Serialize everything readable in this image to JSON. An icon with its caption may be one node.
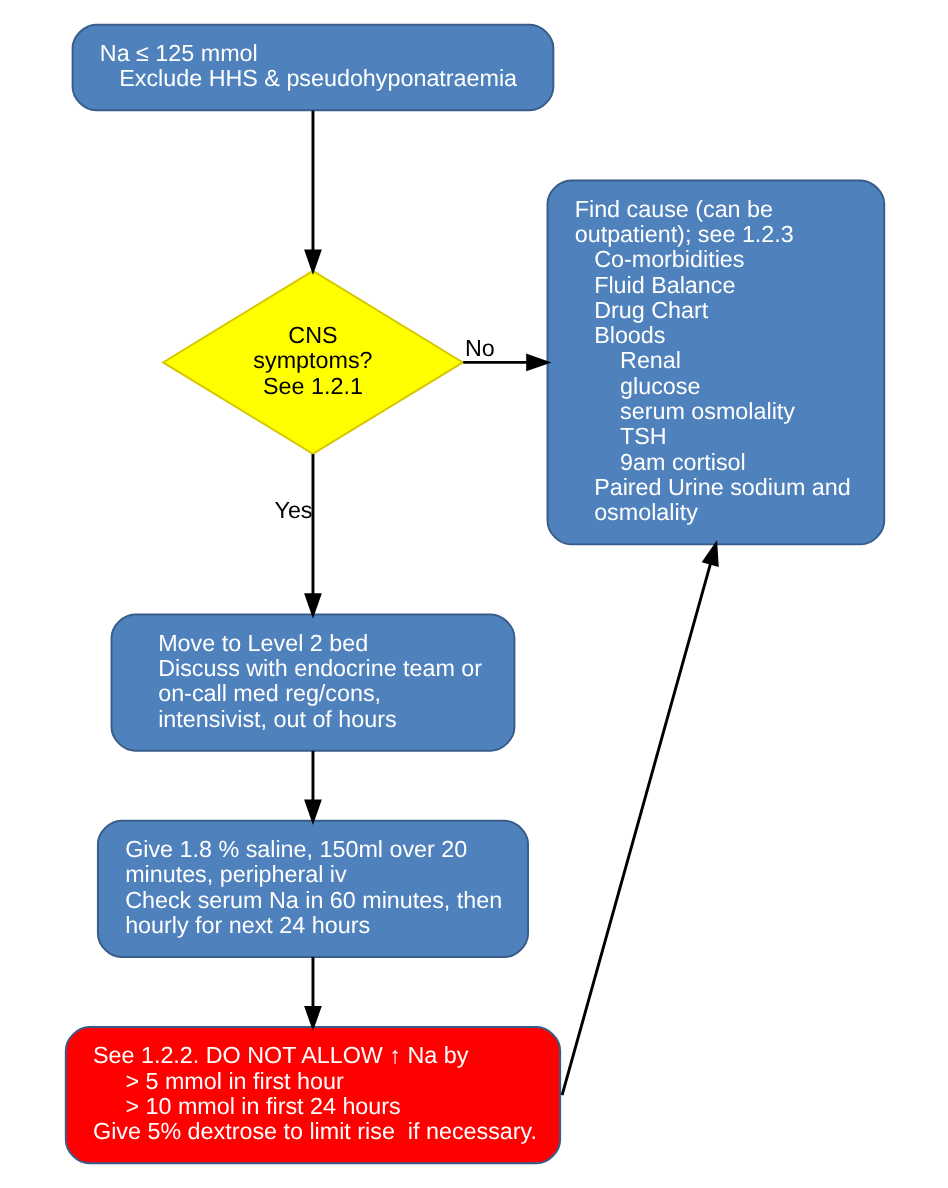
{
  "diagram": {
    "nodes": [
      {
        "text": [
          "Na ≤ 125 mmol",
          "Exclude HHS & pseudohyponatraemia"
        ]
      },
      {
        "text": [
          "CNS symptoms? See 1.2.1"
        ]
      },
      {
        "text": [
          "Find cause (can be outpatient); see 1.2.3",
          "Co-morbidities",
          "Fluid Balance",
          "Drug Chart",
          "Bloods",
          "Renal",
          "glucose",
          "serum osmolality",
          "TSH",
          "9am cortisol",
          "Paired Urine sodium and osmolality"
        ]
      },
      {
        "text": [
          "Move to Level 2 bed",
          "Discuss with endocrine team or on-call med reg/cons, intensivist, out of hours"
        ]
      },
      {
        "text": [
          "Give 1.8 % saline, 150ml over 20 minutes, peripheral iv",
          "Check serum Na in 60 minutes, then hourly for next 24 hours"
        ]
      },
      {
        "text": [
          "See 1.2.2. DO NOT ALLOW ↑ Na by",
          "> 5 mmol in first hour",
          "> 10 mmol in first 24 hours",
          "Give 5% dextrose to limit rise  if necessary."
        ]
      }
    ],
    "edges": [
      {
        "from": 0,
        "to": 1,
        "arrow": "to"
      },
      {
        "from": 1,
        "to": 2,
        "arrow": "to",
        "label": "No"
      },
      {
        "from": 1,
        "to": 3,
        "arrow": "to",
        "label": "Yes"
      },
      {
        "from": 3,
        "to": 4,
        "arrow": "to"
      },
      {
        "from": 4,
        "to": 5,
        "arrow": "to"
      },
      {
        "from": 5,
        "to": 2,
        "arrow": "to"
      }
    ]
  }
}
